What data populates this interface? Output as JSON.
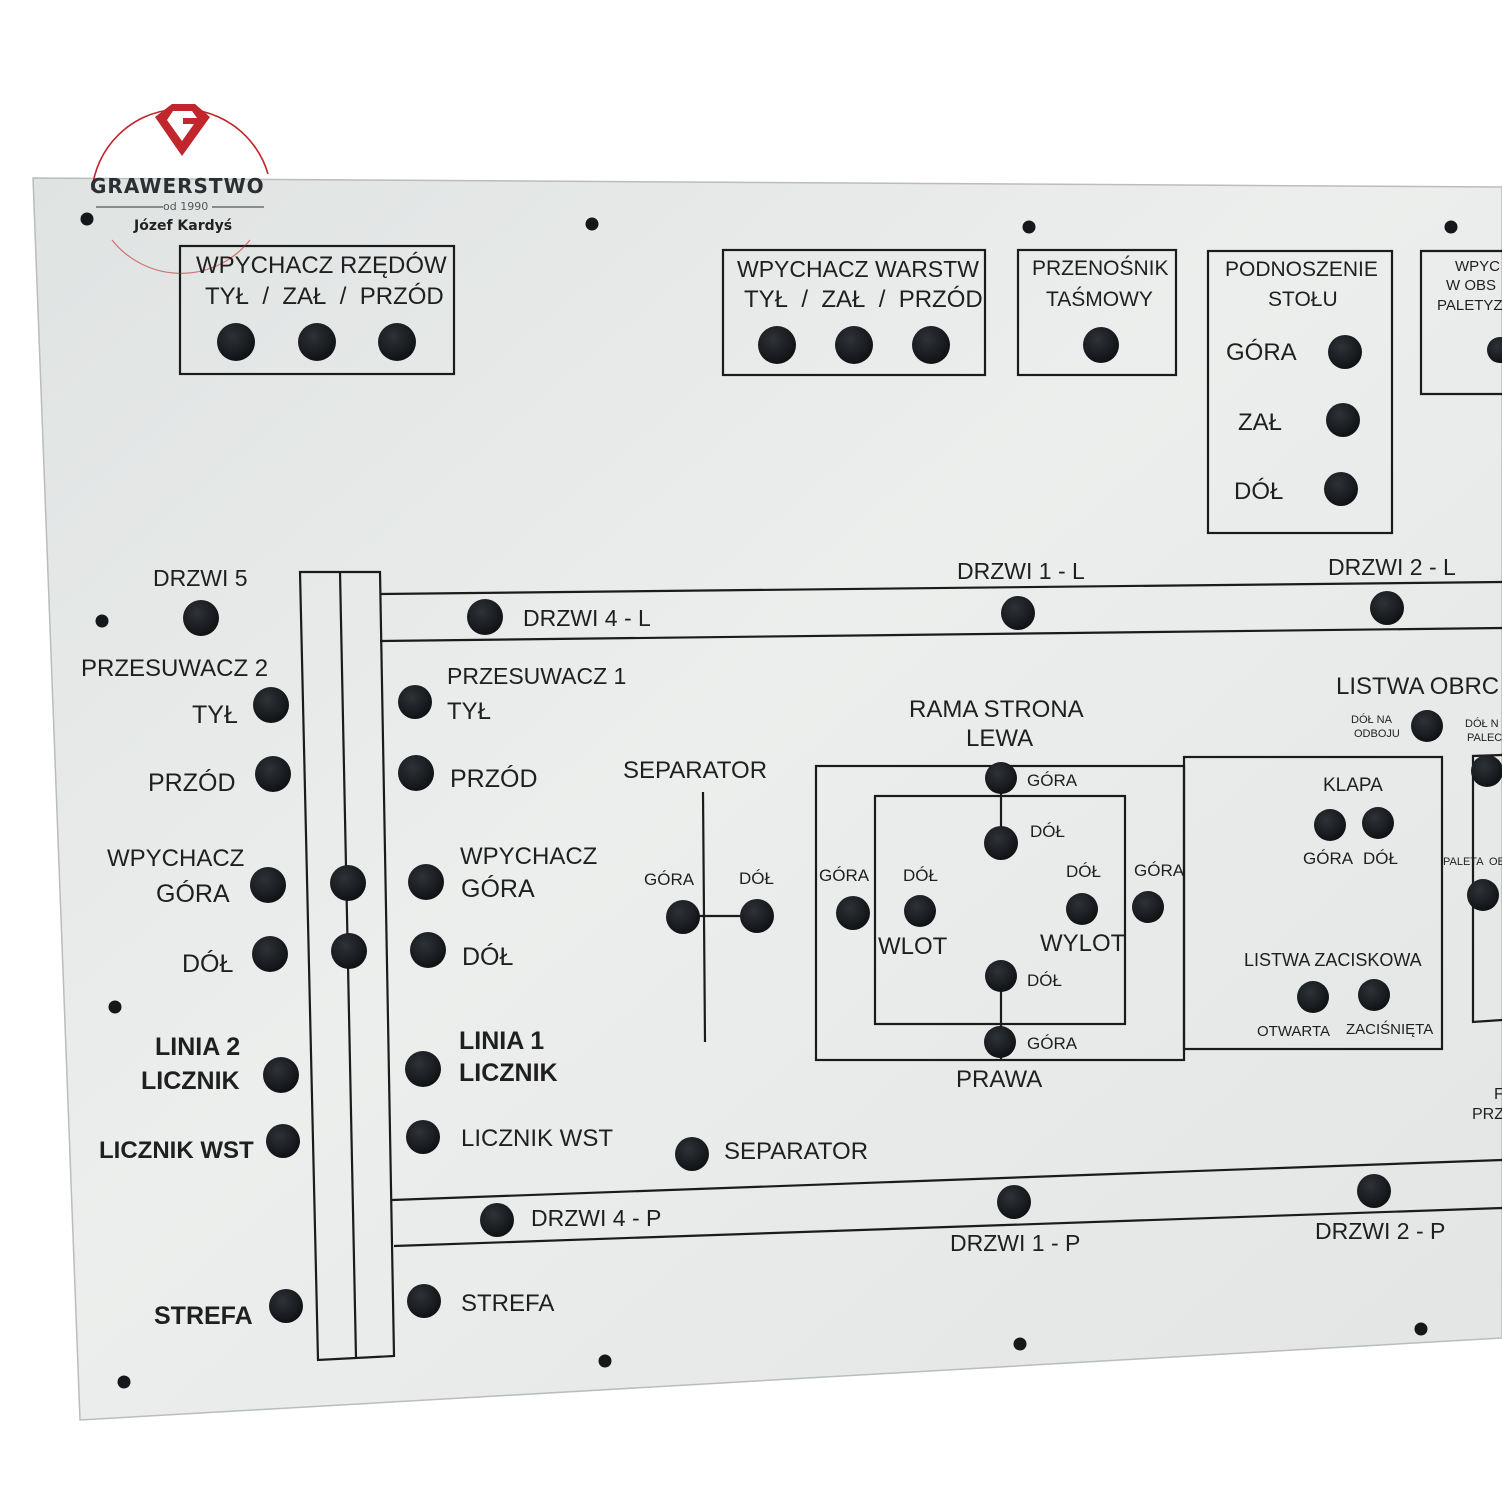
{
  "logo": {
    "brand": "GRAWERSTWO",
    "since": "od 1990",
    "owner": "Józef Kardyś",
    "brand_color": "#c0262b"
  },
  "colors": {
    "panel": "#e7eae9",
    "panel_edge": "#b9bdbd",
    "ink": "#141414",
    "indicator": "#111418"
  },
  "groups": {
    "wpychacz_rzedow": {
      "title": "WPYCHACZ RZĘDÓW",
      "positions": "TYŁ  /  ZAŁ  /  PRZÓD"
    },
    "wpychacz_warstw": {
      "title": "WPYCHACZ WARSTW",
      "positions": "TYŁ  /  ZAŁ  /  PRZÓD"
    },
    "przenosnik": {
      "line1": "PRZENOŚNIK",
      "line2": "TAŚMOWY"
    },
    "podnoszenie": {
      "line1": "PODNOSZENIE",
      "line2": "STOŁU",
      "gora": "GÓRA",
      "zal": "ZAŁ",
      "dol": "DÓŁ"
    },
    "wpych_partial": {
      "line1": "WPYC",
      "line2": "W OBS",
      "line3": "PALETYZ"
    }
  },
  "doors": {
    "drzwi5": "DRZWI 5",
    "d4l": "DRZWI 4 - L",
    "d1l": "DRZWI 1 - L",
    "d2l": "DRZWI 2 - L",
    "d4p": "DRZWI 4 - P",
    "d1p": "DRZWI 1 - P",
    "d2p": "DRZWI 2 - P"
  },
  "left": {
    "przesuwacz": "PRZESUWACZ 2",
    "tyl": "TYŁ",
    "przod": "PRZÓD",
    "wpychacz": "WPYCHACZ",
    "gora": "GÓRA",
    "dol": "DÓŁ",
    "linia1": "LINIA 2",
    "linia2": "LICZNIK",
    "licznik_wst": "LICZNIK WST",
    "strefa": "STREFA"
  },
  "right_of_column": {
    "przesuwacz": "PRZESUWACZ 1",
    "tyl": "TYŁ",
    "przod": "PRZÓD",
    "wpychacz": "WPYCHACZ",
    "gora": "GÓRA",
    "dol": "DÓŁ",
    "linia1": "LINIA 1",
    "linia2": "LICZNIK",
    "licznik_wst": "LICZNIK WST",
    "strefa": "STREFA",
    "separator": "SEPARATOR"
  },
  "separator": {
    "title": "SEPARATOR",
    "gora": "GÓRA",
    "dol": "DÓŁ"
  },
  "rama": {
    "title1": "RAMA STRONA",
    "title2": "LEWA",
    "bottom": "PRAWA",
    "gora_top": "GÓRA",
    "dol_top": "DÓŁ",
    "gora_left": "GÓRA",
    "dol_left": "DÓŁ",
    "dol_right": "DÓŁ",
    "gora_right": "GÓRA",
    "wlot": "WLOT",
    "wylot": "WYLOT",
    "dol_bottom": "DÓŁ",
    "gora_bottom": "GÓRA"
  },
  "right_section": {
    "listwa_obr": "LISTWA OBRC",
    "dol_odboj1": "DÓŁ NA",
    "dol_odboj2": "ODBOJU",
    "dol_pal1": "DÓŁ N",
    "dol_pal2": "PALEC",
    "klapa": "KLAPA",
    "gora": "GÓRA",
    "dol": "DÓŁ",
    "paleta": "PALETA",
    "ob": "OB",
    "listwa_zac": "LISTWA ZACISKOWA",
    "otwarta": "OTWARTA",
    "zacisnieta": "ZACIŚNIĘTA",
    "edge1": "F",
    "edge2": "PRZ"
  }
}
